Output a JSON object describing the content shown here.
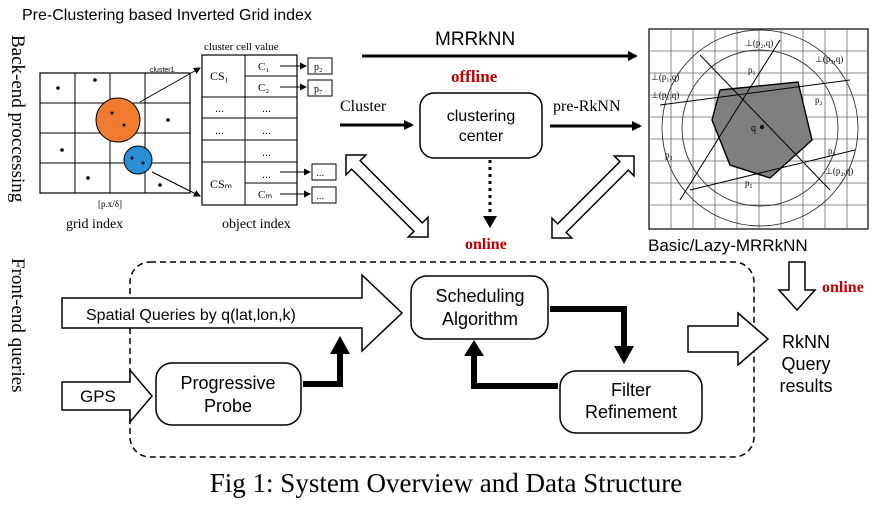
{
  "titles": {
    "index_title": "Pre-Clustering based Inverted Grid index",
    "mrrknn": "MRRkNN",
    "offline": "offline",
    "online_center": "online",
    "online_right": "online"
  },
  "side_labels": {
    "backend": "Back-end proccessing",
    "frontend": "Front-end queries"
  },
  "grid_index": {
    "cluster_label": "cluster1",
    "cell_label": "[p.x/δ]",
    "name": "grid index"
  },
  "object_index": {
    "header": "cluster  cell  value",
    "cs1": "CS₁",
    "csm": "CSₘ",
    "c1": "C₁",
    "c2": "C₂",
    "cm": "Cₘ",
    "dots": "...",
    "p2": "p₂",
    "p7": "p₇",
    "name": "object index"
  },
  "flow": {
    "cluster": "Cluster",
    "clustering_center_1": "clustering",
    "clustering_center_2": "center",
    "pre_rknn": "pre-RkNN"
  },
  "voronoi": {
    "q": "q",
    "labels": [
      "⊥(p₂,q)",
      "⊥(p₁,q)",
      "⊥(p₃,q)",
      "⊥(p₄,q)",
      "⊥(p₁,q)"
    ],
    "points": [
      "p₁",
      "p₂",
      "p₃",
      "p₄",
      "p₅"
    ],
    "name": "Basic/Lazy-MRRkNN"
  },
  "frontend": {
    "spatial_queries": "Spatial Queries by q(lat,lon,k)",
    "gps": "GPS",
    "progressive_1": "Progressive",
    "progressive_2": "Probe",
    "scheduling_1": "Scheduling",
    "scheduling_2": "Algorithm",
    "filter_1": "Filter",
    "filter_2": "Refinement",
    "rknn_1": "RkNN",
    "rknn_2": "Query",
    "rknn_3": "results"
  },
  "caption": "Fig 1: System Overview and Data Structure",
  "colors": {
    "offline_online": "#c00000",
    "orange_cluster": "#f07a30",
    "blue_cluster": "#2a8fd8",
    "voronoi_fill": "#7f7f7f"
  }
}
